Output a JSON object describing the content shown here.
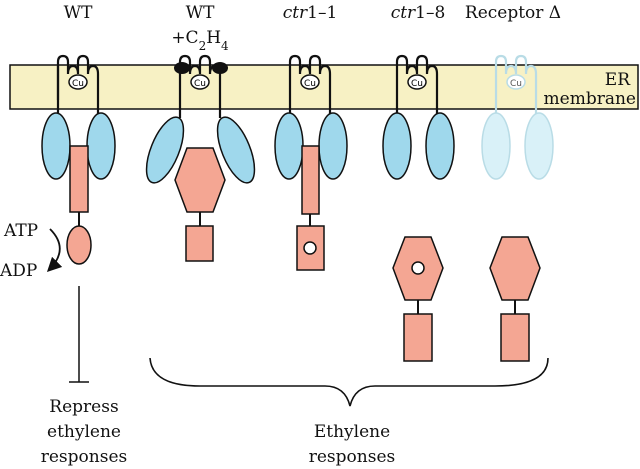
{
  "columns": {
    "wt": {
      "label": "WT"
    },
    "wt_c2h4": {
      "label_line1": "WT",
      "label_prefix": "+C",
      "sub1": "2",
      "mid": "H",
      "sub2": "4"
    },
    "ctr1_1": {
      "italic": "ctr",
      "rest": "1–1"
    },
    "ctr1_8": {
      "italic": "ctr",
      "rest": "1–8"
    },
    "receptor_delta": {
      "label": "Receptor Δ"
    }
  },
  "membrane": {
    "line1": "ER",
    "line2": "membrane"
  },
  "copper_label": "Cu",
  "reaction": {
    "atp": "ATP",
    "adp": "ADP"
  },
  "outcomes": {
    "repress": {
      "line1": "Repress",
      "line2": "ethylene",
      "line3": "responses"
    },
    "ethylene": {
      "line1": "Ethylene",
      "line2": "responses"
    }
  },
  "colors": {
    "membrane_fill": "#f7f1c4",
    "receptor_blue": "#9fd8ec",
    "receptor_faded": "#d9f1f8",
    "ctr1_salmon": "#f4a693",
    "outline": "#111111",
    "faded_outline": "#b9dce6"
  }
}
